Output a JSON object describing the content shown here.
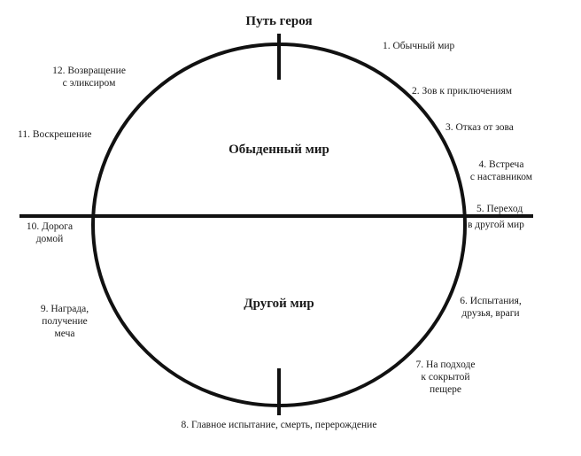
{
  "title": "Путь героя",
  "regions": {
    "upper": "Обыденный мир",
    "lower": "Другой мир"
  },
  "stages": [
    "1. Обычный мир",
    "2. Зов к приключениям",
    "3. Отказ от зова",
    [
      "4. Встреча",
      "с наставником"
    ],
    [
      "5. Переход",
      "в другой мир"
    ],
    [
      "6. Испытания,",
      "друзья, враги"
    ],
    [
      "7. На подходе",
      "к сокрытой",
      "пещере"
    ],
    "8. Главное испытание, смерть, перерождение",
    [
      "9. Награда,",
      "получение",
      "меча"
    ],
    [
      "10. Дорога",
      "домой"
    ],
    "11. Воскрешение",
    [
      "12. Возвращение",
      "с эликсиром"
    ]
  ]
}
